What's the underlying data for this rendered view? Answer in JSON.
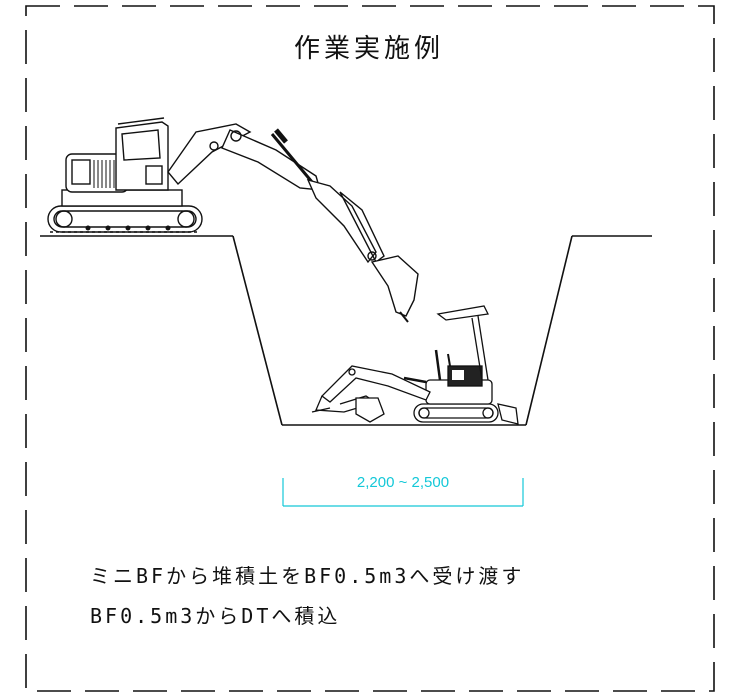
{
  "title": "作業実施例",
  "dimension": {
    "label": "2,200 ~ 2,500",
    "color": "#14c8d8"
  },
  "notes": [
    "ミニBFから堆積土をBF0.5m3へ受け渡す",
    "BF0.5m3からDTへ積込"
  ],
  "machines": {
    "large": "excavator-large-icon",
    "mini": "mini-excavator-icon"
  }
}
